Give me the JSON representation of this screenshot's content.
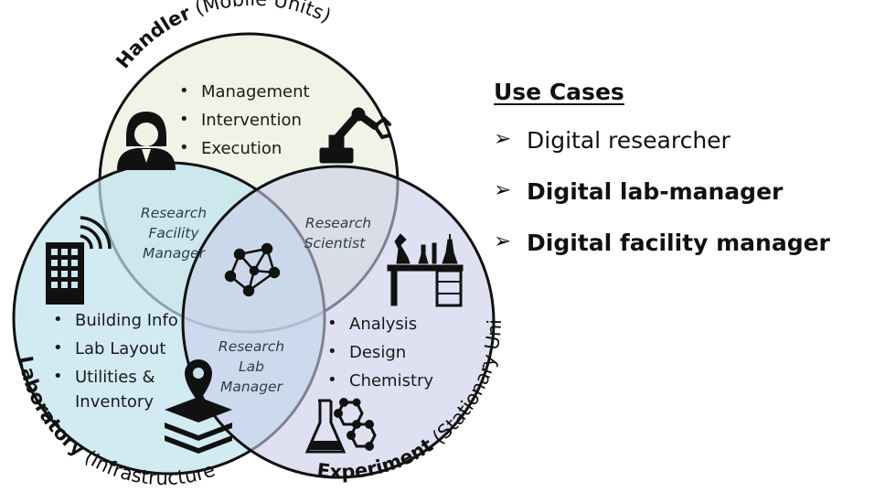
{
  "circles": {
    "handler": {
      "label_bold": "Handler",
      "label_rest": " (Mobile Units)",
      "items": [
        "Management",
        "Intervention",
        "Execution"
      ],
      "color": "#eef3e6"
    },
    "laboratory": {
      "label_bold": "Laboratory",
      "label_rest": " (Infrastructure)",
      "items": [
        "Building Info",
        "Lab Layout",
        "Utilities &",
        "Inventory"
      ],
      "color": "#cfe8f2"
    },
    "experiment": {
      "label_bold": "Experiment",
      "label_rest": " (Stationary Unit)",
      "items": [
        "Analysis",
        "Design",
        "Chemistry"
      ],
      "color": "#d9dcef"
    }
  },
  "overlaps": {
    "handler_lab": [
      "Research",
      "Facility",
      "Manager"
    ],
    "handler_experiment": [
      "Research",
      "Scientist"
    ],
    "lab_experiment": [
      "Research",
      "Lab",
      "Manager"
    ]
  },
  "bullet": "•",
  "icons": [
    "researcher-icon",
    "robot-arm-icon",
    "building-wifi-icon",
    "network-graph-icon",
    "lab-bench-icon",
    "location-layers-icon",
    "flask-molecule-icon"
  ],
  "use_cases": {
    "title": "Use Cases",
    "arrow": "➢",
    "items": [
      {
        "label": "Digital researcher",
        "bold": false
      },
      {
        "label": "Digital lab-manager",
        "bold": true
      },
      {
        "label": "Digital facility manager",
        "bold": true
      }
    ]
  }
}
